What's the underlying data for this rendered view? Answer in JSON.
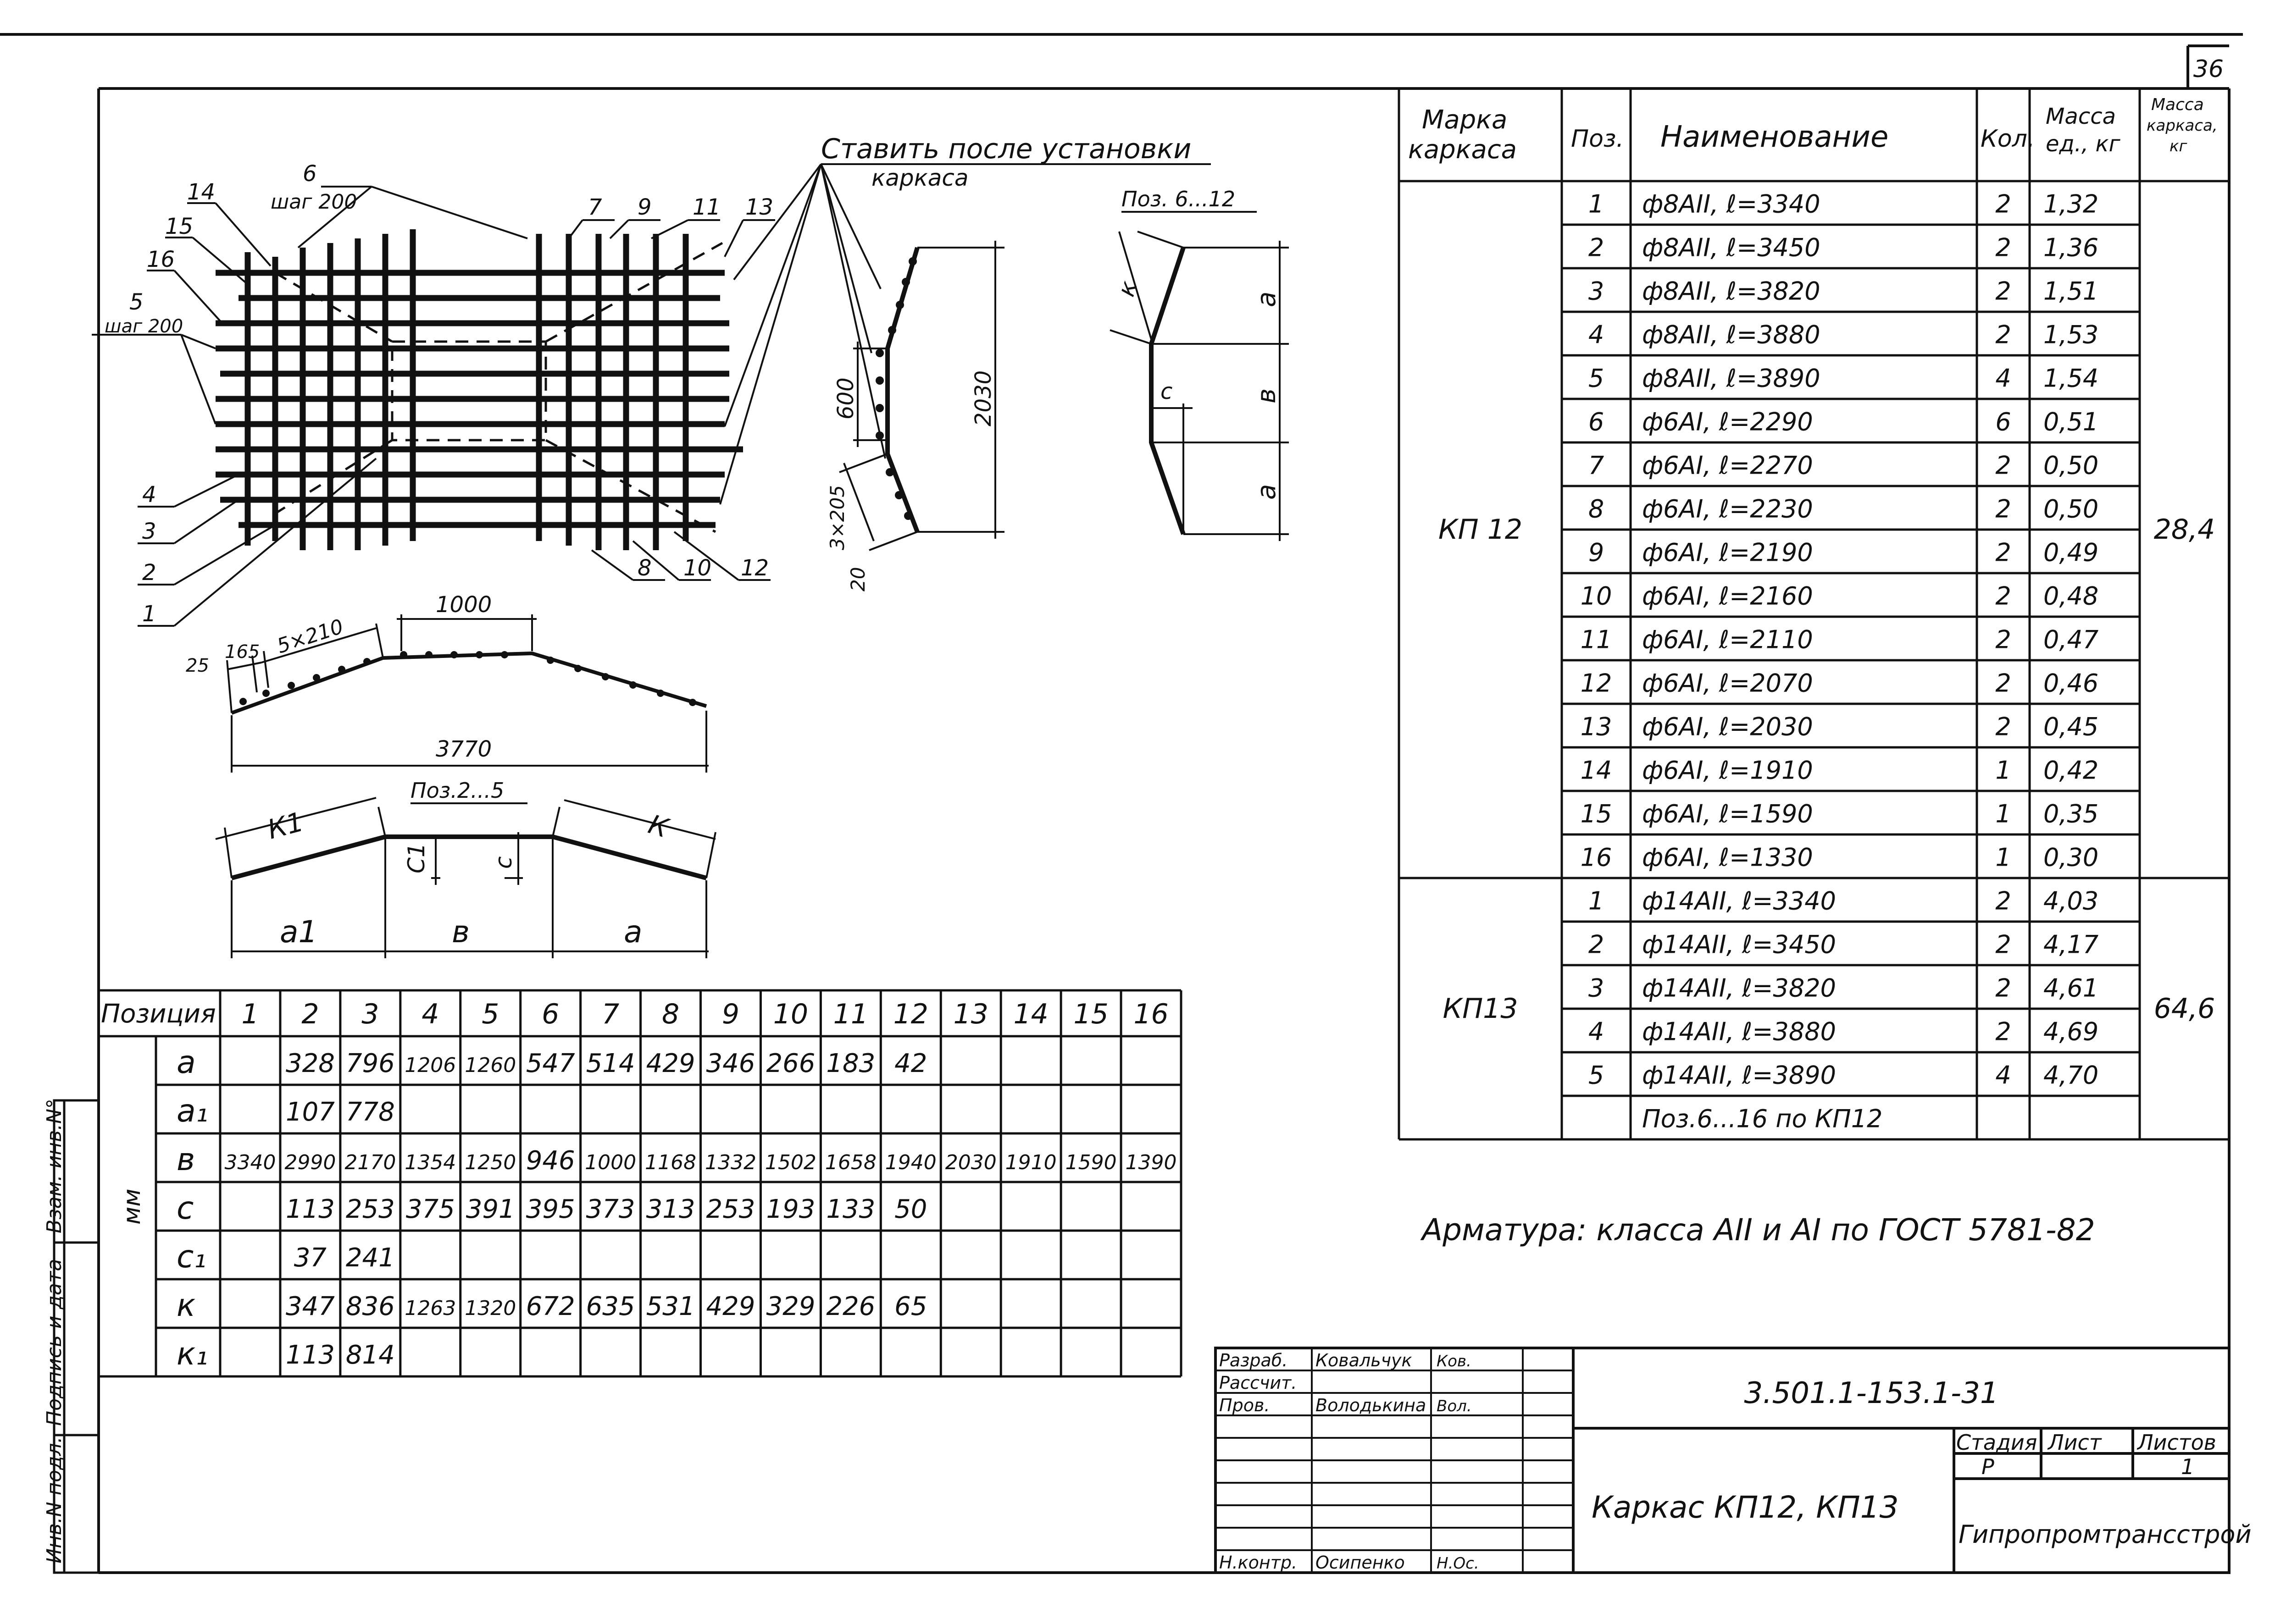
{
  "sheet": {
    "page_number": "36",
    "armature_note": "Арматура: класса АII и АI по ГОСТ 5781-82"
  },
  "spec_table": {
    "headers": {
      "mark": "Марка каркаса",
      "pos": "Поз.",
      "name": "Наименование",
      "qty": "Кол.",
      "mass_unit": "Масса ед., кг",
      "mass_frame": "Масса каркаса, кг"
    },
    "groups": [
      {
        "mark": "КП 12",
        "total_mass": "28,4",
        "rows": [
          {
            "pos": "1",
            "name": "ф8АII, ℓ=3340",
            "qty": "2",
            "mass": "1,32"
          },
          {
            "pos": "2",
            "name": "ф8АII, ℓ=3450",
            "qty": "2",
            "mass": "1,36"
          },
          {
            "pos": "3",
            "name": "ф8АII, ℓ=3820",
            "qty": "2",
            "mass": "1,51"
          },
          {
            "pos": "4",
            "name": "ф8АII, ℓ=3880",
            "qty": "2",
            "mass": "1,53"
          },
          {
            "pos": "5",
            "name": "ф8АII, ℓ=3890",
            "qty": "4",
            "mass": "1,54"
          },
          {
            "pos": "6",
            "name": "ф6АI, ℓ=2290",
            "qty": "6",
            "mass": "0,51"
          },
          {
            "pos": "7",
            "name": "ф6АI, ℓ=2270",
            "qty": "2",
            "mass": "0,50"
          },
          {
            "pos": "8",
            "name": "ф6АI, ℓ=2230",
            "qty": "2",
            "mass": "0,50"
          },
          {
            "pos": "9",
            "name": "ф6АI, ℓ=2190",
            "qty": "2",
            "mass": "0,49"
          },
          {
            "pos": "10",
            "name": "ф6АI, ℓ=2160",
            "qty": "2",
            "mass": "0,48"
          },
          {
            "pos": "11",
            "name": "ф6АI, ℓ=2110",
            "qty": "2",
            "mass": "0,47"
          },
          {
            "pos": "12",
            "name": "ф6АI, ℓ=2070",
            "qty": "2",
            "mass": "0,46"
          },
          {
            "pos": "13",
            "name": "ф6АI, ℓ=2030",
            "qty": "2",
            "mass": "0,45"
          },
          {
            "pos": "14",
            "name": "ф6АI, ℓ=1910",
            "qty": "1",
            "mass": "0,42"
          },
          {
            "pos": "15",
            "name": "ф6АI, ℓ=1590",
            "qty": "1",
            "mass": "0,35"
          },
          {
            "pos": "16",
            "name": "ф6АI, ℓ=1330",
            "qty": "1",
            "mass": "0,30"
          }
        ]
      },
      {
        "mark": "КП13",
        "total_mass": "64,6",
        "rows": [
          {
            "pos": "1",
            "name": "ф14АII, ℓ=3340",
            "qty": "2",
            "mass": "4,03"
          },
          {
            "pos": "2",
            "name": "ф14АII, ℓ=3450",
            "qty": "2",
            "mass": "4,17"
          },
          {
            "pos": "3",
            "name": "ф14АII, ℓ=3820",
            "qty": "2",
            "mass": "4,61"
          },
          {
            "pos": "4",
            "name": "ф14АII, ℓ=3880",
            "qty": "2",
            "mass": "4,69"
          },
          {
            "pos": "5",
            "name": "ф14АII, ℓ=3890",
            "qty": "4",
            "mass": "4,70"
          },
          {
            "pos": "",
            "name": "Поз.6...16 по КП12",
            "qty": "",
            "mass": ""
          }
        ]
      }
    ]
  },
  "dim_table": {
    "header_label": "Позиция",
    "unit_label": "мм",
    "positions": [
      "1",
      "2",
      "3",
      "4",
      "5",
      "6",
      "7",
      "8",
      "9",
      "10",
      "11",
      "12",
      "13",
      "14",
      "15",
      "16"
    ],
    "rows": [
      {
        "label": "a",
        "values": [
          "",
          "328",
          "796",
          "1206",
          "1260",
          "547",
          "514",
          "429",
          "346",
          "266",
          "183",
          "42",
          "",
          "",
          "",
          ""
        ]
      },
      {
        "label": "a1",
        "values": [
          "",
          "107",
          "778",
          "",
          "",
          "",
          "",
          "",
          "",
          "",
          "",
          "",
          "",
          "",
          "",
          ""
        ]
      },
      {
        "label": "в",
        "values": [
          "3340",
          "2990",
          "2170",
          "1354",
          "1250",
          "946",
          "1000",
          "1168",
          "1332",
          "1502",
          "1658",
          "1940",
          "2030",
          "1910",
          "1590",
          "1390"
        ]
      },
      {
        "label": "c",
        "values": [
          "",
          "113",
          "253",
          "375",
          "391",
          "395",
          "373",
          "313",
          "253",
          "193",
          "133",
          "50",
          "",
          "",
          "",
          ""
        ]
      },
      {
        "label": "c1",
        "values": [
          "",
          "37",
          "241",
          "",
          "",
          "",
          "",
          "",
          "",
          "",
          "",
          "",
          "",
          "",
          "",
          ""
        ]
      },
      {
        "label": "к",
        "values": [
          "",
          "347",
          "836",
          "1263",
          "1320",
          "672",
          "635",
          "531",
          "429",
          "329",
          "226",
          "65",
          "",
          "",
          "",
          ""
        ]
      },
      {
        "label": "к1",
        "values": [
          "",
          "113",
          "814",
          "",
          "",
          "",
          "",
          "",
          "",
          "",
          "",
          "",
          "",
          "",
          "",
          ""
        ]
      }
    ]
  },
  "drawings": {
    "install_note_1": "Ставить после установки",
    "install_note_2": "каркаса",
    "plan_labels": {
      "l6": "6",
      "step1": "шаг 200",
      "l5": "5",
      "step2": "шаг 200",
      "l14": "14",
      "l15": "15",
      "l16": "16",
      "l7": "7",
      "l9": "9",
      "l11": "11",
      "l13": "13",
      "l4": "4",
      "l3": "3",
      "l2": "2",
      "l1": "1",
      "l8": "8",
      "l10": "10",
      "l12": "12"
    },
    "section": {
      "d600": "600",
      "d2030": "2030",
      "d3x205": "3×205",
      "d20": "20"
    },
    "pos6_12": {
      "title": "Поз. 6...12",
      "k": "к",
      "a_top": "a",
      "b": "в",
      "c": "с",
      "a_bot": "a"
    },
    "elevation": {
      "d25": "25",
      "d165": "165",
      "d5x210": "5×210",
      "d1000": "1000",
      "d3770": "3770"
    },
    "pos2_5": {
      "title": "Поз.2...5",
      "k1": "К1",
      "k": "К",
      "c1": "С1",
      "c": "с",
      "a1": "a1",
      "b": "в",
      "a": "a"
    }
  },
  "title_block": {
    "roles": [
      "Разраб.",
      "Рассчит.",
      "Пров.",
      "",
      "",
      "Н.контр."
    ],
    "names": [
      "Ковальчук",
      "",
      "Володькина",
      "",
      "",
      "Осипенко"
    ],
    "signatures": [
      "Ков.",
      "",
      "Вол.",
      "",
      "",
      "Н.Ос."
    ],
    "doc_code": "3.501.1-153.1-31",
    "title": "Каркас КП12, КП13",
    "stage_label": "Стадия",
    "sheet_label": "Лист",
    "sheets_label": "Листов",
    "stage": "Р",
    "sheets": "1",
    "org": "Гипропромтрансстрой"
  },
  "side_stamp": {
    "inv_orig": "Инв.N подл.",
    "sign_date": "Подпись и дата",
    "inv_repl": "Взам. инв.N°"
  }
}
